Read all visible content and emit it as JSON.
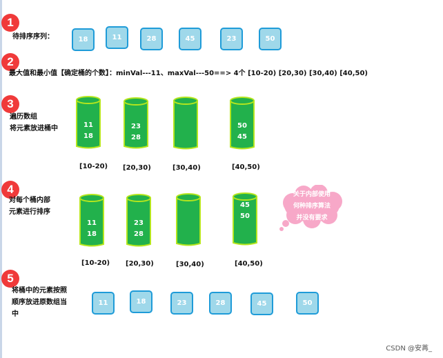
{
  "steps": [
    {
      "num": "1",
      "label_lines": [
        "待排序序列："
      ]
    },
    {
      "num": "2",
      "label_lines": [
        "最大值和最小值【确定桶的个数】：minVal---11、maxVal---50==>  4个   [10-20)   [20,30)  [30,40)  [40,50)"
      ]
    },
    {
      "num": "3",
      "label_lines": [
        "遍历数组",
        "将元素放进桶中"
      ]
    },
    {
      "num": "4",
      "label_lines": [
        "对每个桶内部",
        "元素进行排序"
      ]
    },
    {
      "num": "5",
      "label_lines": [
        "将桶中的元素按照",
        "顺序放进原数组当",
        "中"
      ]
    }
  ],
  "input_array": [
    "18",
    "11",
    "28",
    "45",
    "23",
    "50"
  ],
  "buckets_scatter": [
    {
      "values": [
        "11",
        "18"
      ],
      "range": "[10-20)"
    },
    {
      "values": [
        "23",
        "28"
      ],
      "range": "[20,30)"
    },
    {
      "values": [],
      "range": "[30,40)"
    },
    {
      "values": [
        "50",
        "45"
      ],
      "range": "[40,50)"
    }
  ],
  "buckets_sorted": [
    {
      "values": [
        "11",
        "18"
      ],
      "range": "[10-20)"
    },
    {
      "values": [
        "23",
        "28"
      ],
      "range": "[20,30)"
    },
    {
      "values": [],
      "range": "[30,40)"
    },
    {
      "values": [
        "45",
        "50"
      ],
      "range": "[40,50)"
    }
  ],
  "cloud_note_lines": [
    "关于内部使用",
    "何种排序算法",
    "并没有要求"
  ],
  "output_array": [
    "11",
    "18",
    "23",
    "28",
    "45",
    "50"
  ],
  "watermark": "CSDN @安苒_",
  "colors": {
    "badge": "#f03a3a",
    "cell_fill": "#9fd8ea",
    "cell_border": "#1e9bd8",
    "bucket_fill": "#22b14c",
    "bucket_outline": "#b5e61d",
    "cloud_fill": "#f7a8c8"
  }
}
